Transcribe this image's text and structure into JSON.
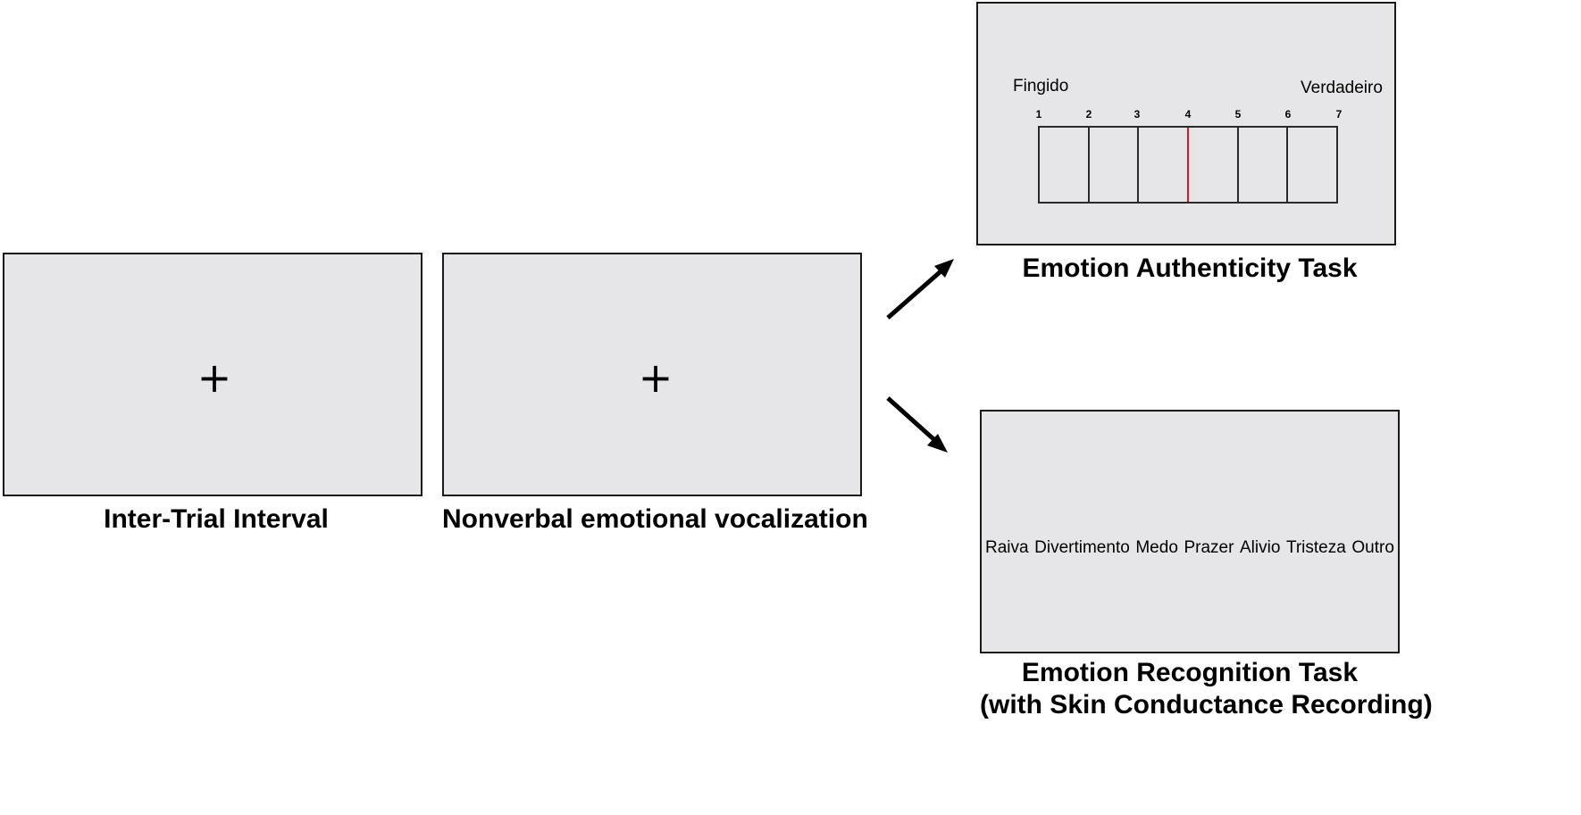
{
  "panels": {
    "iti": {
      "symbol": "+",
      "caption": "Inter-Trial Interval"
    },
    "vocalization": {
      "symbol": "+",
      "caption": "Nonverbal emotional vocalization"
    },
    "authenticity": {
      "caption": "Emotion Authenticity Task",
      "left_anchor": "Fingido",
      "right_anchor": "Verdadeiro",
      "scale_numbers": [
        "1",
        "2",
        "3",
        "4",
        "5",
        "6",
        "7"
      ],
      "marker_at": "4",
      "marker_color": "#e0141c"
    },
    "recognition": {
      "caption_line1": "Emotion Recognition Task",
      "caption_line2": "(with Skin Conductance Recording)",
      "options": [
        "Raiva",
        "Divertimento",
        "Medo",
        "Prazer",
        "Alivio",
        "Tristeza",
        "Outro"
      ]
    }
  },
  "colors": {
    "screen_fill": "#e6e6e8",
    "screen_border": "#1a1a1a"
  }
}
